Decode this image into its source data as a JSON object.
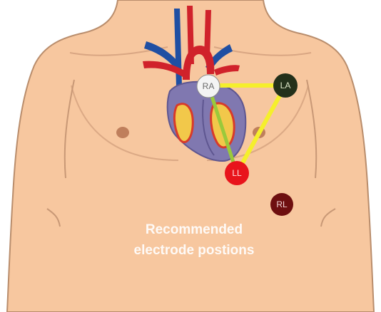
{
  "electrodes": [
    {
      "id": "ra",
      "label": "RA",
      "fill": "#f4f4f4",
      "text_color": "#6a6a6a"
    },
    {
      "id": "la",
      "label": "LA",
      "fill": "#23301a",
      "text_color": "#dfe8c8"
    },
    {
      "id": "ll",
      "label": "LL",
      "fill": "#e8141c",
      "text_color": "#ffe3e3"
    },
    {
      "id": "rl",
      "label": "RL",
      "fill": "#6e0f10",
      "text_color": "#f1d2d2"
    }
  ],
  "caption": {
    "line1": "Recommended",
    "line2": "electrode postions"
  },
  "colors": {
    "skin": "#f7c79f",
    "skin_outline": "#b98d6c",
    "triangle_lead": "#f5ef2c",
    "heart_ventricles": "#8078b0",
    "aorta_red": "#d0222b",
    "vein_blue": "#1f4fa3"
  }
}
